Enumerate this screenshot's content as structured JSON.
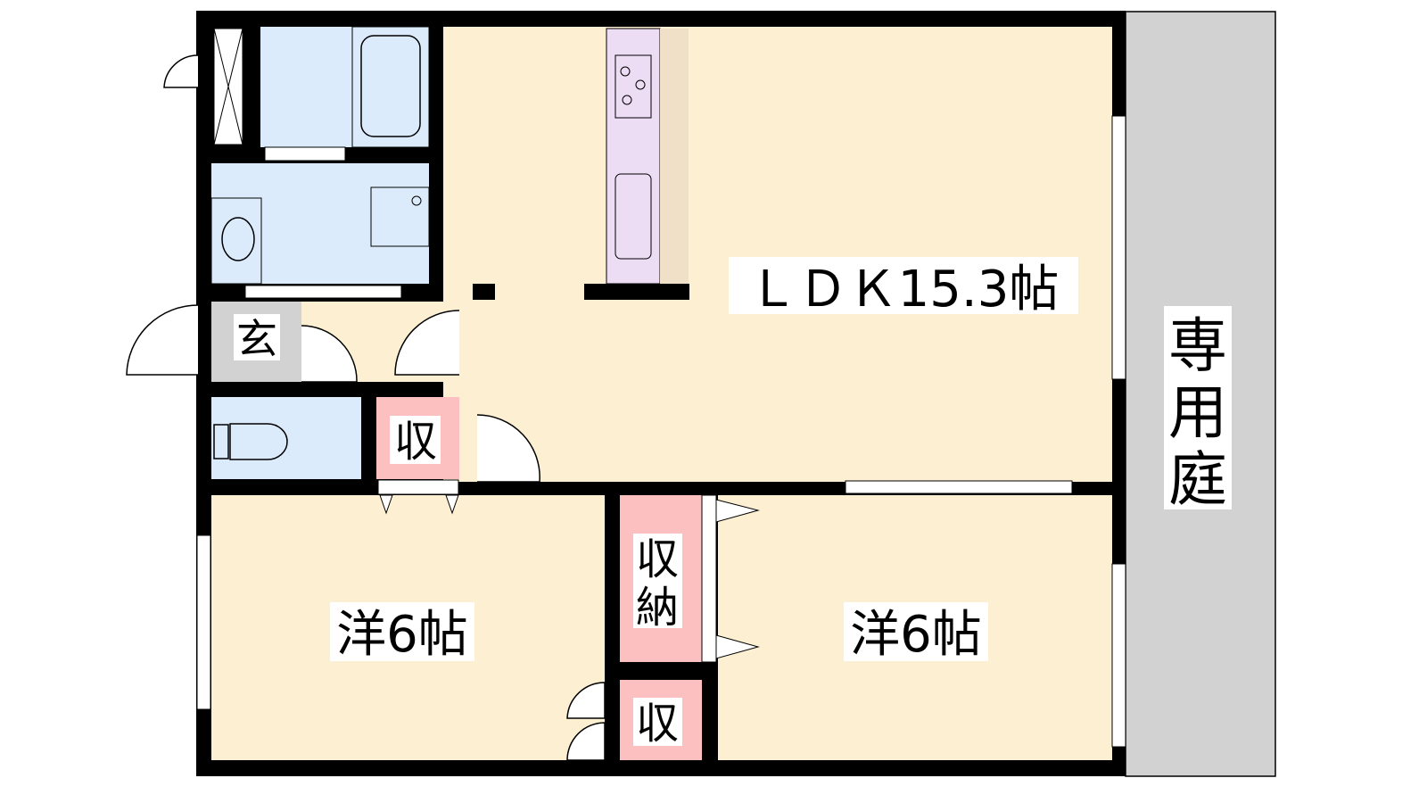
{
  "rooms": {
    "ldk": "ＬＤＫ15.3帖",
    "western_left": "洋6帖",
    "western_right": "洋6帖",
    "entrance": "玄",
    "storage_small_top": "収",
    "storage_closet_top": "収",
    "storage_closet_bottom": "納",
    "storage_small_bottom": "収",
    "garden_1": "専",
    "garden_2": "用",
    "garden_3": "庭"
  },
  "colors": {
    "floor": "#fdf0d2",
    "wet_area": "#dcebfc",
    "storage": "#fcc0c0",
    "entrance": "#d2d2d2",
    "garden": "#d2d2d2",
    "kitchen": "#ecdcf4",
    "wall": "#000000"
  }
}
